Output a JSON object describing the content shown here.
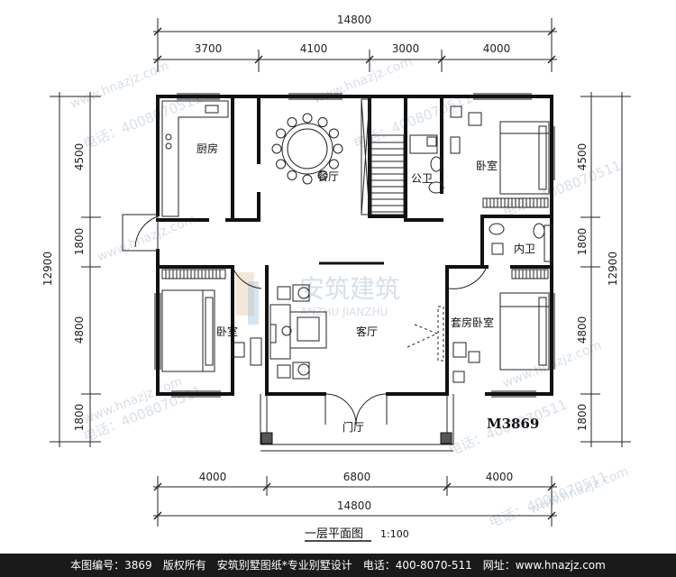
{
  "dimensions": {
    "top_total": "14800",
    "top_segments": [
      "3700",
      "4100",
      "3000",
      "4000"
    ],
    "bottom_segments": [
      "4000",
      "6800",
      "4000"
    ],
    "bottom_total": "14800",
    "left_segments": [
      "4500",
      "1800",
      "4800",
      "1800"
    ],
    "left_total": "12900",
    "right_segments": [
      "4500",
      "1800",
      "4800",
      "1800"
    ],
    "right_total": "12900"
  },
  "rooms": {
    "kitchen": "厨房",
    "dining": "餐厅",
    "public_bath": "公卫",
    "bedroom_ne": "卧室",
    "inner_bath": "内卫",
    "bedroom_w": "卧室",
    "living": "客厅",
    "suite": "套房卧室",
    "foyer": "门厅"
  },
  "plan_code": "M3869",
  "plan_title": "一层平面图",
  "scale": "1:100",
  "watermark": {
    "logo_cn": "安筑建筑",
    "logo_pinyin": "ANZHU JIANZHU",
    "phone": "电话：4008070511",
    "site": "www.hnazjz.com"
  },
  "footer": {
    "code": "本图编号：3869",
    "rights": "版权所有",
    "brand": "安筑别墅图纸*专业别墅设计",
    "phone": "电话：400-8070-511",
    "site": "网址：www.hnazjz.com"
  }
}
